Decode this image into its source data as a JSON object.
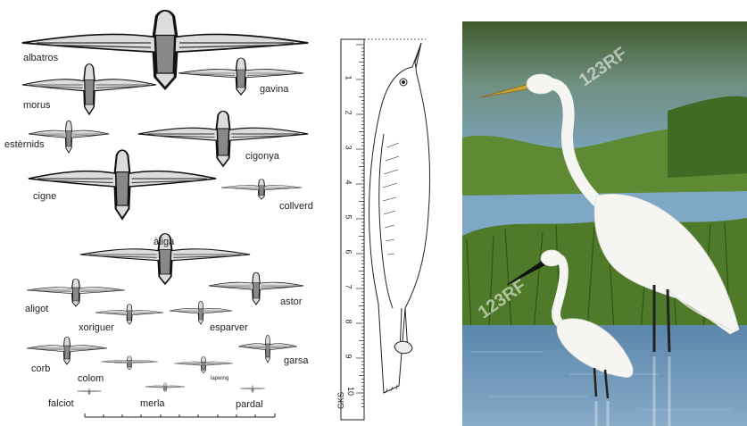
{
  "silhouettes": {
    "labels": [
      {
        "id": "albatros",
        "text": "albatros"
      },
      {
        "id": "morus",
        "text": "morus"
      },
      {
        "id": "gavina",
        "text": "gavina"
      },
      {
        "id": "esternids",
        "text": "estèrnids"
      },
      {
        "id": "cigonya",
        "text": "cigonya"
      },
      {
        "id": "cigne",
        "text": "cigne"
      },
      {
        "id": "collverd",
        "text": "collverd"
      },
      {
        "id": "aliga",
        "text": "àliga"
      },
      {
        "id": "aligot",
        "text": "aligot"
      },
      {
        "id": "astor",
        "text": "astor"
      },
      {
        "id": "xoriguer",
        "text": "xoriguer"
      },
      {
        "id": "esparver",
        "text": "esparver"
      },
      {
        "id": "corb",
        "text": "corb"
      },
      {
        "id": "garsa",
        "text": "garsa"
      },
      {
        "id": "colom",
        "text": "colom"
      },
      {
        "id": "lapwing",
        "text": "lapwing"
      },
      {
        "id": "falciot",
        "text": "falciot"
      },
      {
        "id": "merla",
        "text": "merla"
      },
      {
        "id": "pardal",
        "text": "pardal"
      }
    ]
  },
  "ruler": {
    "numbers": [
      "1",
      "2",
      "3",
      "4",
      "5",
      "6",
      "7",
      "8",
      "9",
      "10"
    ],
    "footer": "GKS"
  },
  "photo": {
    "watermark": "123RF",
    "colors": {
      "sky": "#7da6c4",
      "water": "#6f95b6",
      "grass": "#4f7a2a",
      "egret": "#f5f5f2"
    }
  }
}
